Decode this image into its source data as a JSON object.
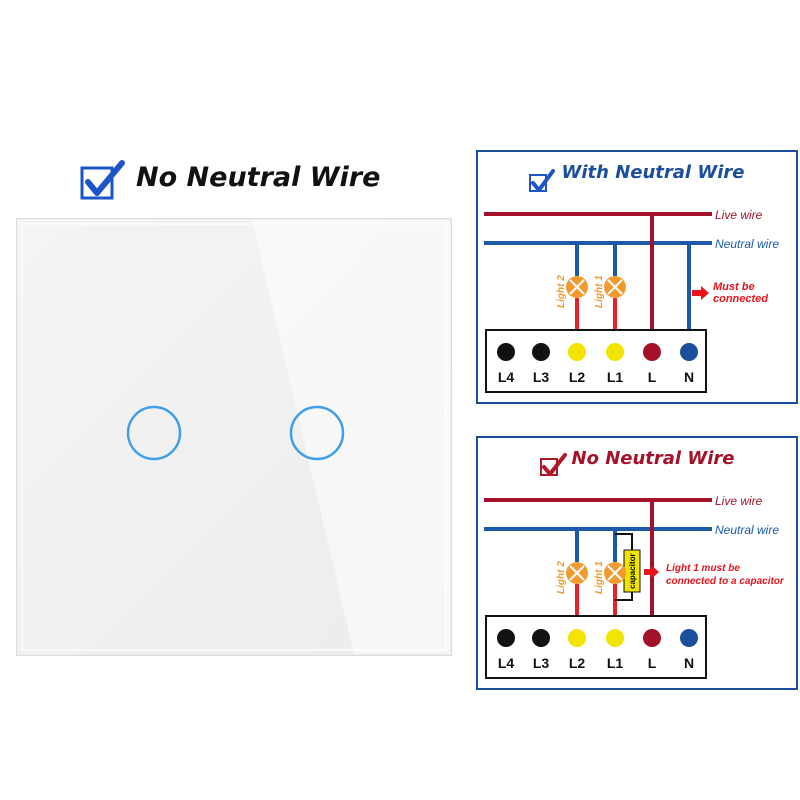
{
  "main": {
    "title": "No Neutral Wire"
  },
  "colors": {
    "live": "#a4122a",
    "neutral": "#1b5aa8",
    "light_wire": "#e3232a",
    "lamp": "#f29a2e",
    "yellow_terminal": "#f2e400",
    "box_border": "#1b4f9c",
    "arrow": "#e8141b",
    "check_blue": "#1b55c8",
    "check_red": "#b0182a"
  },
  "diagram_with_neutral": {
    "title": "With Neutral Wire",
    "live_label": "Live wire",
    "neutral_label": "Neutral wire",
    "light2_label": "Light 2",
    "light1_label": "Light 1",
    "note_line1": "Must be",
    "note_line2": "connected",
    "terminals": [
      "L4",
      "L3",
      "L2",
      "L1",
      "L",
      "N"
    ]
  },
  "diagram_no_neutral": {
    "title": "No Neutral Wire",
    "live_label": "Live wire",
    "neutral_label": "Neutral wire",
    "light2_label": "Light 2",
    "light1_label": "Light 1",
    "capacitor_label": "capacitor",
    "note_line1": "Light 1 must be",
    "note_line2": "connected to a capacitor",
    "terminals": [
      "L4",
      "L3",
      "L2",
      "L1",
      "L",
      "N"
    ]
  }
}
